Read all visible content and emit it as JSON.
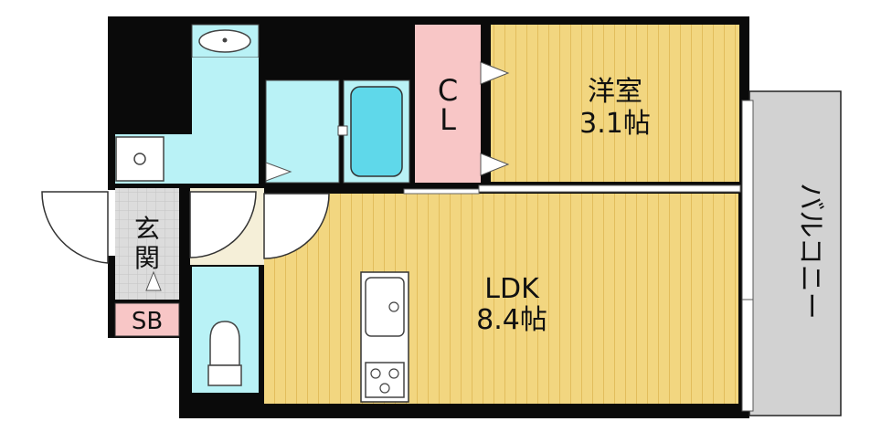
{
  "rooms": {
    "western": {
      "name": "洋室",
      "size": "3.1帖"
    },
    "closet": {
      "line1": "C",
      "line2": "L"
    },
    "ldk": {
      "name": "LDK",
      "size": "8.4帖"
    },
    "balcony": {
      "name": "バルコニー"
    },
    "entrance": {
      "name": "玄関"
    },
    "shoebox": {
      "name": "SB"
    }
  },
  "colors": {
    "wall": "#0a0a0a",
    "floor_wood": "#f2d680",
    "floor_grain": "#e2bd5c",
    "wet_area": "#b9f2f6",
    "bathtub": "#5fd8ea",
    "closet": "#f8c6c6",
    "balcony": "#d2d2d2",
    "entrance_floor": "#dcdcdc"
  }
}
